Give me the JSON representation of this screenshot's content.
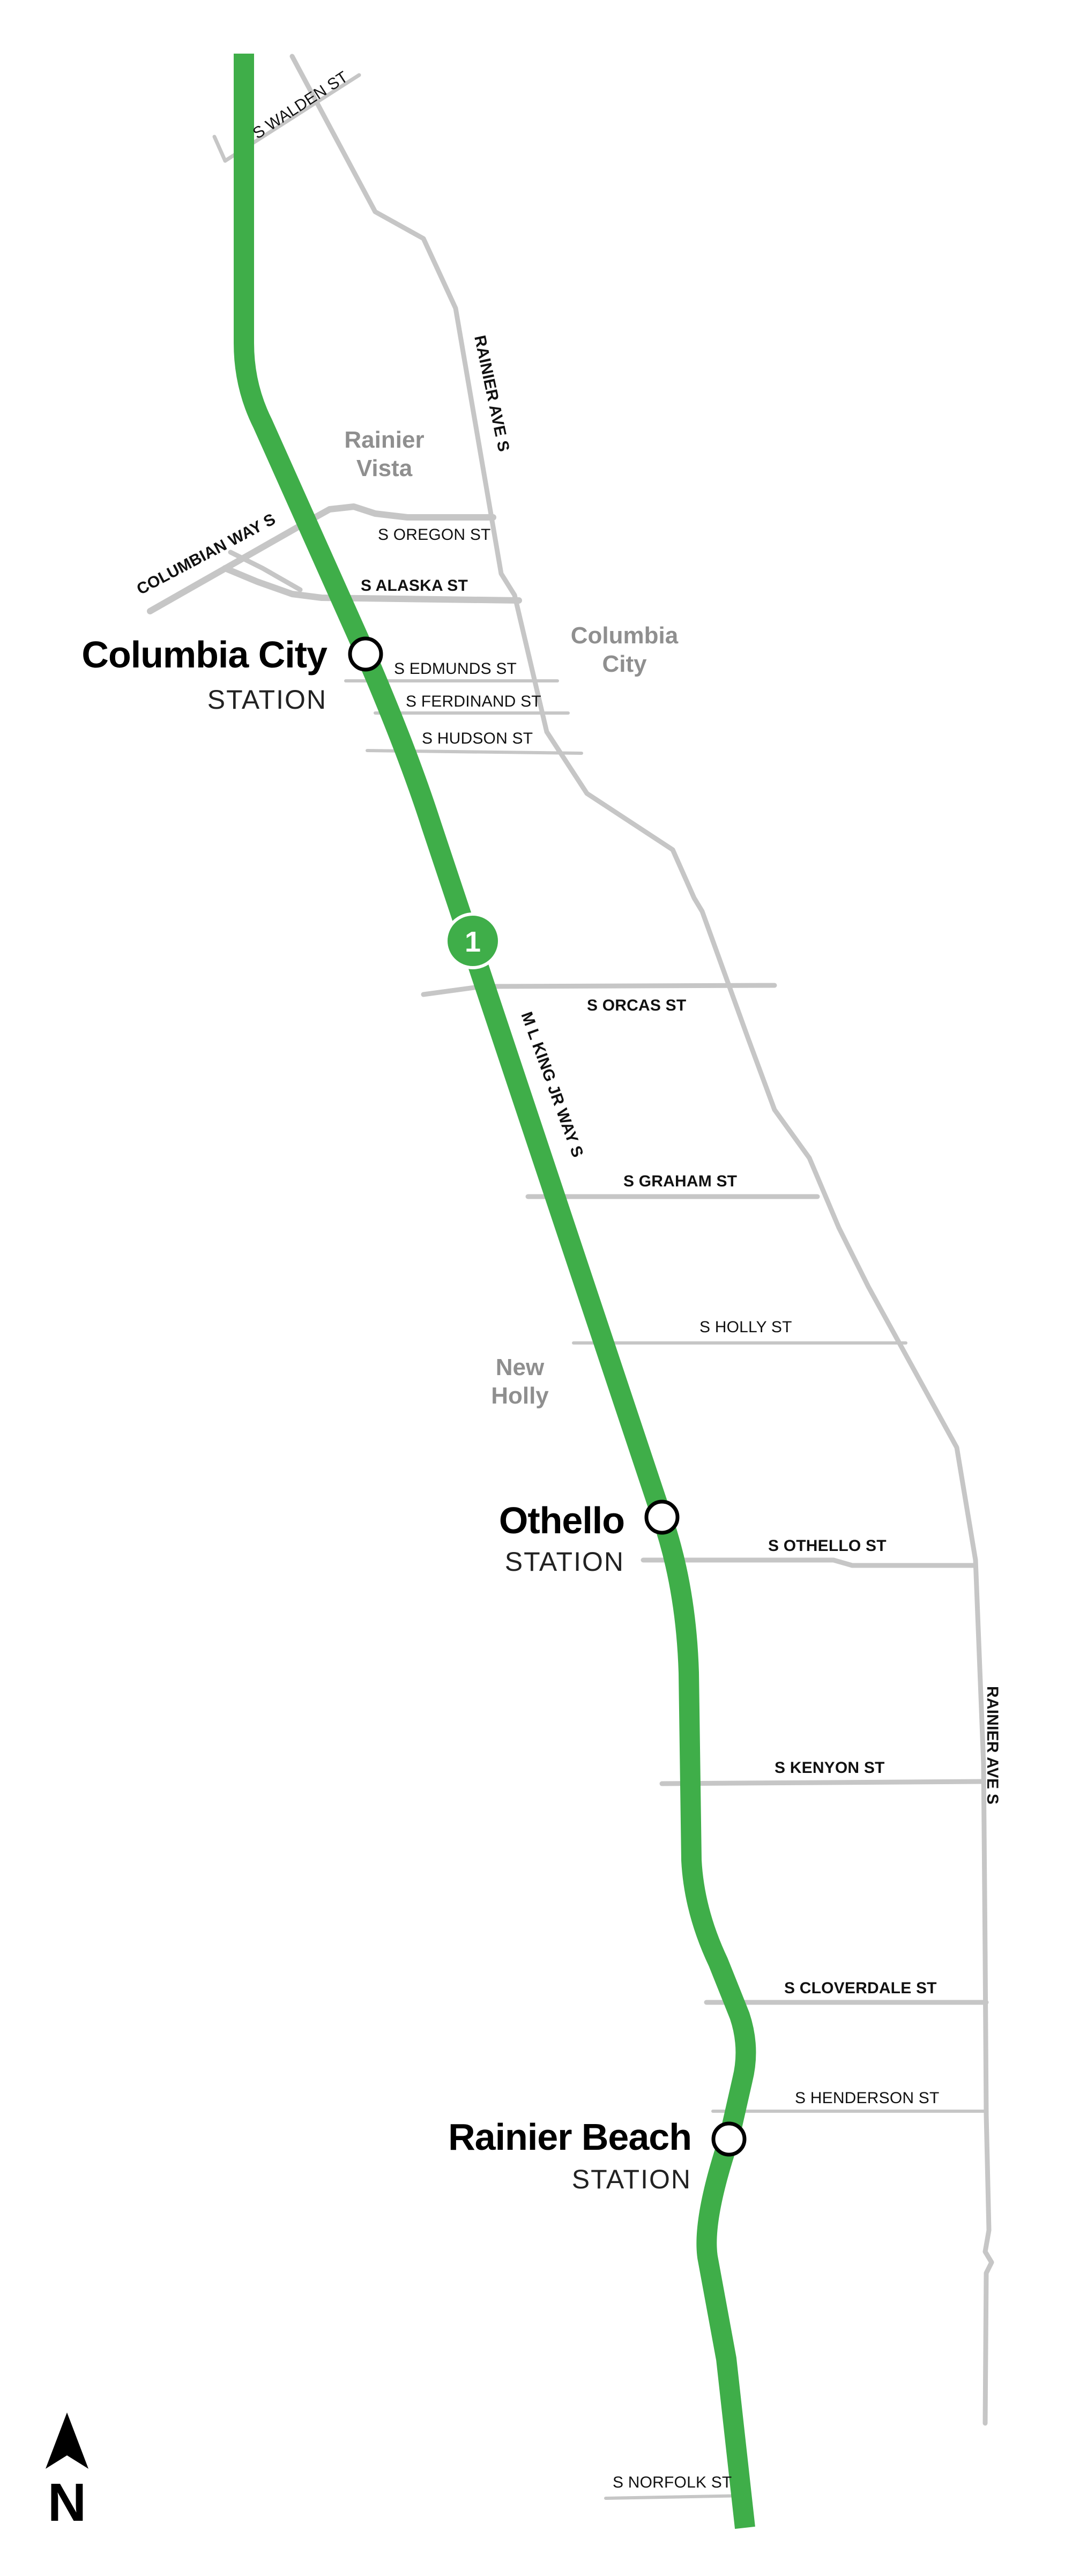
{
  "map": {
    "line_color": "#3fae49",
    "street_color": "#c6c6c6",
    "route": {
      "number": "1"
    },
    "north_arrow": {
      "letter": "N"
    },
    "stations": [
      {
        "name": "Columbia City",
        "sub": "STATION"
      },
      {
        "name": "Othello",
        "sub": "STATION"
      },
      {
        "name": "Rainier Beach",
        "sub": "STATION"
      }
    ],
    "neighborhoods": [
      {
        "lines": [
          "Rainier",
          "Vista"
        ]
      },
      {
        "lines": [
          "Columbia",
          "City"
        ]
      },
      {
        "lines": [
          "New",
          "Holly"
        ]
      }
    ],
    "streets": {
      "s_walden": "S WALDEN ST",
      "rainier_ave_upper": "RAINIER AVE S",
      "columbian_way": "COLUMBIAN WAY S",
      "s_oregon": "S OREGON ST",
      "s_alaska": "S ALASKA ST",
      "s_edmunds": "S EDMUNDS ST",
      "s_ferdinand": "S FERDINAND ST",
      "s_hudson": "S HUDSON ST",
      "s_orcas": "S ORCAS ST",
      "mlk_way": "M L KING JR WAY S",
      "s_graham": "S GRAHAM ST",
      "s_holly": "S HOLLY ST",
      "s_othello": "S OTHELLO ST",
      "rainier_ave_lower": "RAINIER AVE S",
      "s_kenyon": "S KENYON ST",
      "s_cloverdale": "S CLOVERDALE ST",
      "s_henderson": "S HENDERSON ST",
      "s_norfolk": "S NORFOLK ST"
    }
  }
}
